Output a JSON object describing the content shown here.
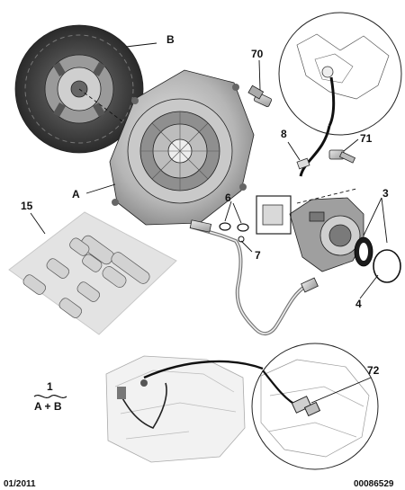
{
  "labels": {
    "b": "B",
    "a": "A",
    "l70": "70",
    "l8": "8",
    "l71": "71",
    "l15": "15",
    "l6": "6",
    "l3": "3",
    "l7": "7",
    "l4": "4",
    "l1": "1",
    "l72": "72"
  },
  "formula": "A + B",
  "footer": {
    "date": "01/2011",
    "ref": "00086529"
  }
}
